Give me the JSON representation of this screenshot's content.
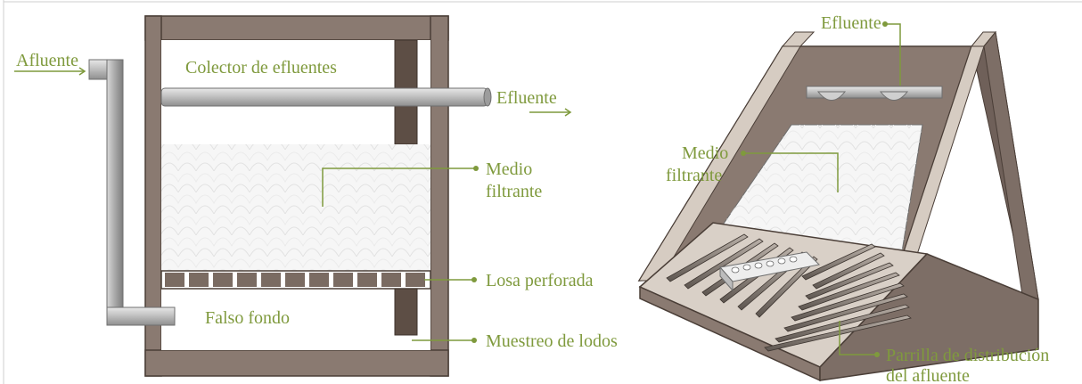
{
  "left_diagram": {
    "labels": {
      "afluente": "Afluente",
      "colector": "Colector de efluentes",
      "efluente": "Efluente",
      "medio_line1": "Medio",
      "medio_line2": "filtrante",
      "losa": "Losa perforada",
      "falso_fondo": "Falso fondo",
      "muestreo": "Muestreo de lodos"
    }
  },
  "right_diagram": {
    "labels": {
      "efluente": "Efluente",
      "medio_line1": "Medio",
      "medio_line2": "filtrante",
      "parrilla_line1": "Parrilla de distribución",
      "parrilla_line2": "del afluente"
    }
  },
  "colors": {
    "label_green": "#7f9a3d",
    "wall_brown": "#8a7a71",
    "wall_dark": "#5d4e45",
    "media_fill": "#f4f4f4"
  }
}
